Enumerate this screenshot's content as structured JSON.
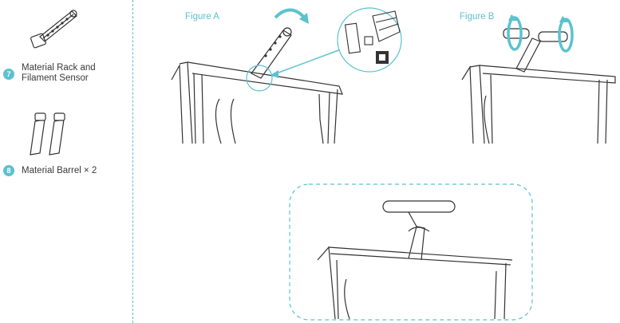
{
  "parts": [
    {
      "number": "7",
      "label_line1": "Material Rack and",
      "label_line2": "Filament Sensor",
      "icon": "material-rack-icon"
    },
    {
      "number": "8",
      "label": "Material Barrel × 2",
      "icon": "material-barrel-icon"
    }
  ],
  "figures": {
    "a_label": "Figure A",
    "b_label": "Figure B"
  },
  "colors": {
    "accent": "#5bc2cf",
    "line": "#333333"
  }
}
